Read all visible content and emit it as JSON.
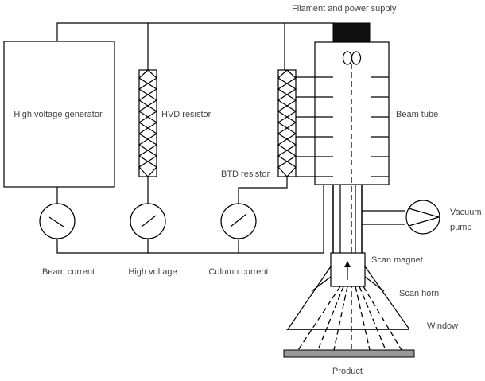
{
  "labels": {
    "filament": "Filament and power supply",
    "hv_generator": "High voltage generator",
    "hvd_resistor": "HVD resistor",
    "btd_resistor": "BTD resistor",
    "beam_tube": "Beam tube",
    "vacuum_line1": "Vacuum",
    "vacuum_line2": "pump",
    "scan_magnet": "Scan magnet",
    "scan_horn": "Scan horn",
    "window": "Window",
    "product": "Product",
    "beam_current": "Beam current",
    "high_voltage": "High voltage",
    "column_current": "Column current"
  },
  "colors": {
    "line": "#000000",
    "text": "#444444",
    "product_fill": "#999999"
  },
  "icons": [
    "meter-icon",
    "pump-icon",
    "filament-icon",
    "resistor-icon"
  ]
}
